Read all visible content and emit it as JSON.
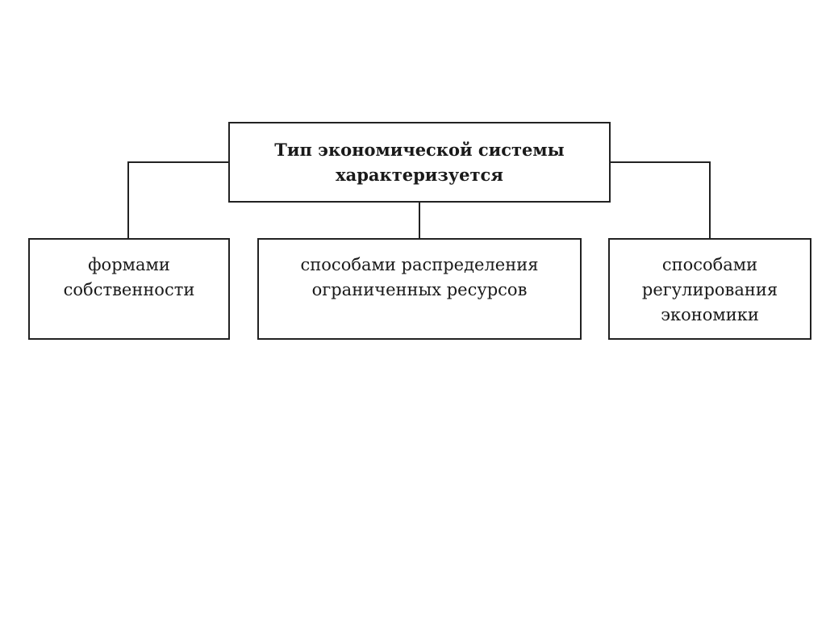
{
  "diagram": {
    "root": {
      "line1": "Тип экономической системы",
      "line2": "характеризуется"
    },
    "children": [
      {
        "line1": "формами",
        "line2": "собственности"
      },
      {
        "line1": "способами распределения",
        "line2": "ограниченных ресурсов"
      },
      {
        "line1": "способами",
        "line2": "регулирования",
        "line3": "экономики"
      }
    ]
  },
  "colors": {
    "stroke": "#222222",
    "text": "#1a1a1a",
    "background": "#ffffff"
  }
}
